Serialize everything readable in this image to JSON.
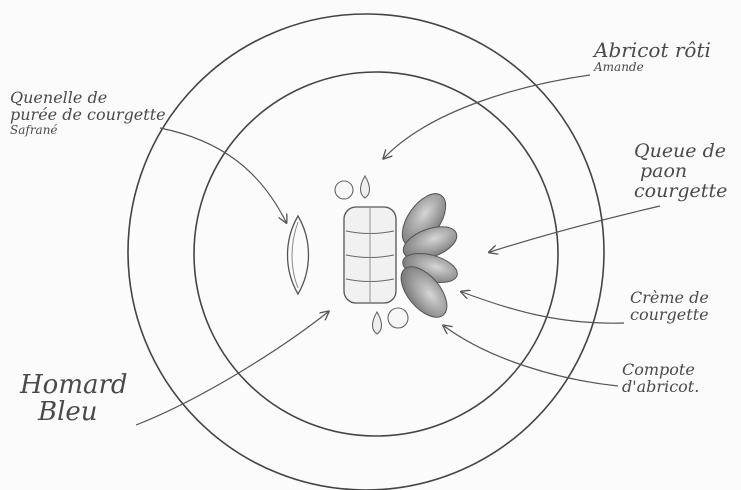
{
  "colors": {
    "ink": "#4a4a4a",
    "pencil": "#555555",
    "leaf_dark": "#6f6f6f",
    "leaf_light": "#c8c8c8",
    "paper": "#fbfbfb"
  },
  "labels": {
    "quenelle": [
      "Quenelle de",
      "purée de courgette",
      "Safrané"
    ],
    "abricot": [
      "Abricot rôti",
      "Amande"
    ],
    "queue": [
      "Queue de",
      "paon",
      "courgette"
    ],
    "creme": [
      "Crème de",
      "courgette"
    ],
    "compote": [
      "Compote",
      "d'abricot."
    ],
    "homard": [
      "Homard",
      "Bleu"
    ]
  }
}
